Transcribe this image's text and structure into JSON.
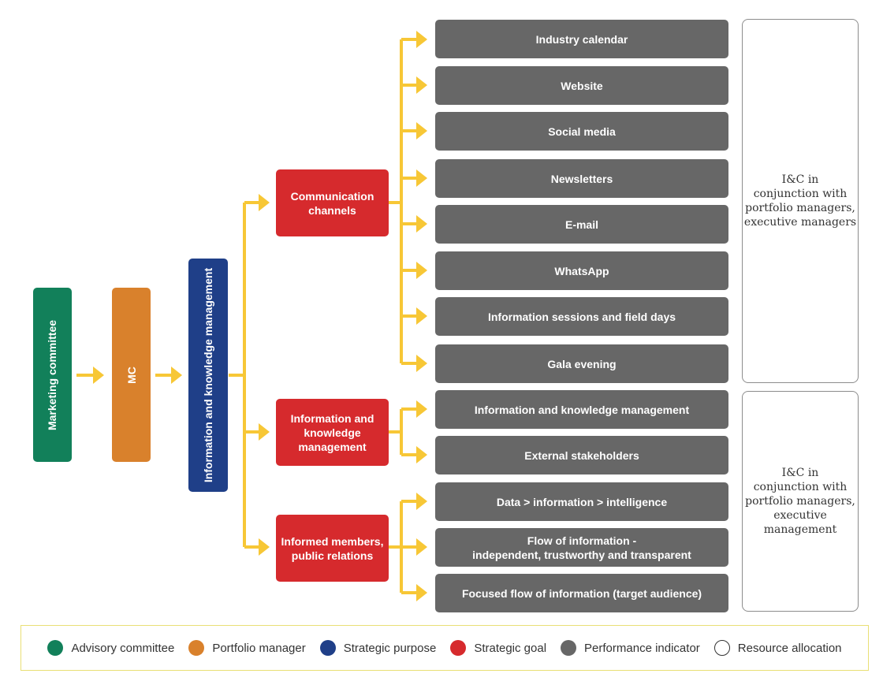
{
  "colors": {
    "arrow": "#f7c736",
    "advisory": "#12805a",
    "portfolio": "#d9812c",
    "strategic_purpose": "#1f3f88",
    "strategic_goal": "#d62a2d",
    "performance_indicator": "#676767",
    "resource_border": "#8c8c8c",
    "legend_border": "#e9df75"
  },
  "level1": {
    "label": "Marketing committee"
  },
  "level2": {
    "label": "MC"
  },
  "level3": {
    "label": "Information and knowledge management"
  },
  "goals": [
    {
      "label": "Communication\nchannels"
    },
    {
      "label": "Information and\nknowledge\nmanagement"
    },
    {
      "label": "Informed members,\npublic relations"
    }
  ],
  "indicators": [
    {
      "label": "Industry calendar"
    },
    {
      "label": "Website"
    },
    {
      "label": "Social media"
    },
    {
      "label": "Newsletters"
    },
    {
      "label": "E-mail"
    },
    {
      "label": "WhatsApp"
    },
    {
      "label": "Information sessions and field days"
    },
    {
      "label": "Gala evening"
    },
    {
      "label": "Information and knowledge management"
    },
    {
      "label": "External stakeholders"
    },
    {
      "label": "Data > information > intelligence"
    },
    {
      "label": "Flow of information -\nindependent, trustworthy and transparent"
    },
    {
      "label": "Focused flow of information (target audience)"
    }
  ],
  "resources": [
    {
      "label": "I&C in\nconjunction with\nportfolio managers,\nexecutive managers"
    },
    {
      "label": "I&C in\nconjunction with\nportfolio managers,\nexecutive\nmanagement"
    }
  ],
  "legend": [
    {
      "label": "Advisory committee",
      "icon": "green-circle",
      "color": "#12805a"
    },
    {
      "label": "Portfolio manager",
      "icon": "orange-circle",
      "color": "#d9812c"
    },
    {
      "label": "Strategic purpose",
      "icon": "blue-circle",
      "color": "#1f3f88"
    },
    {
      "label": "Strategic goal",
      "icon": "red-circle",
      "color": "#d62a2d"
    },
    {
      "label": "Performance indicator",
      "icon": "grey-circle",
      "color": "#676767"
    },
    {
      "label": "Resource allocation",
      "icon": "white-circle",
      "color": "#ffffff"
    }
  ]
}
